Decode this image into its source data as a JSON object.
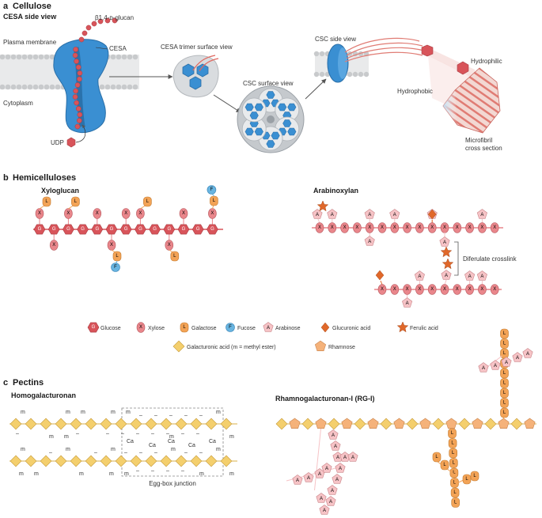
{
  "panel_a": {
    "letter": "a",
    "title": "Cellulose",
    "cesa_side_view": "CESA side view",
    "beta_glucan": "β1,4-ᴅ-glucan",
    "cesa": "CESA",
    "plasma_membrane": "Plasma membrane",
    "cytoplasm": "Cytoplasm",
    "udp": "UDP",
    "trimer_view": "CESA trimer surface view",
    "csc_surface_view": "CSC surface view",
    "csc_side_view": "CSC side view",
    "hydrophilic": "Hydrophilic",
    "hydrophobic": "Hydrophobic",
    "microfibril": "Microfibril cross section"
  },
  "panel_b": {
    "letter": "b",
    "title": "Hemicelluloses",
    "xyloglucan": "Xyloglucan",
    "arabinoxylan": "Arabinoxylan",
    "diferulate": "Diferulate crosslink",
    "letters": {
      "glucose": "G",
      "xylose": "X",
      "galactose": "L",
      "fucose": "F",
      "arabinose": "A"
    },
    "legend": {
      "glucose": "Glucose",
      "xylose": "Xylose",
      "galactose": "Galactose",
      "fucose": "Fucose",
      "arabinose": "Arabinose",
      "glucuronic": "Glucuronic acid",
      "ferulic": "Ferulic acid",
      "galacturonic": "Galacturonic acid (m = methyl ester)",
      "rhamnose": "Rhamnose"
    }
  },
  "panel_c": {
    "letter": "c",
    "title": "Pectins",
    "homogalacturonan": "Homogalacturonan",
    "rgi": "Rhamnogalacturonan-I (RG-I)",
    "egg_box": "Egg-box junction",
    "ca": "Ca",
    "methyl": "m",
    "charge": "–"
  },
  "colors": {
    "glucose": "#d8545a",
    "xylose": "#e9868b",
    "galactose": "#f3a356",
    "fucose": "#68b4e0",
    "arabinose": "#f6c3c6",
    "glucuronic": "#e0682a",
    "ferulic": "#e0682a",
    "galacturonic": "#f4cf6d",
    "rhamnose": "#f5b27a",
    "cesa": "#3a8fd2",
    "membrane": "#c8cacc"
  }
}
